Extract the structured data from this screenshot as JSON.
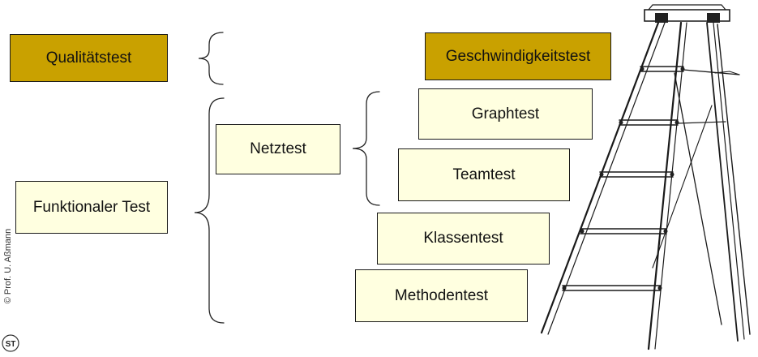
{
  "boxes": {
    "qualitaetstest": "Qualitätstest",
    "geschwindigkeitstest": "Geschwindigkeitstest",
    "graphtest": "Graphtest",
    "netztest": "Netztest",
    "teamtest": "Teamtest",
    "funktionaler_test": "Funktionaler Test",
    "klassentest": "Klassentest",
    "methodentest": "Methodentest"
  },
  "footer": {
    "copyright": "© Prof. U. Aßmann"
  },
  "colors": {
    "gold": "#c9a100",
    "cream": "#ffffe0"
  }
}
